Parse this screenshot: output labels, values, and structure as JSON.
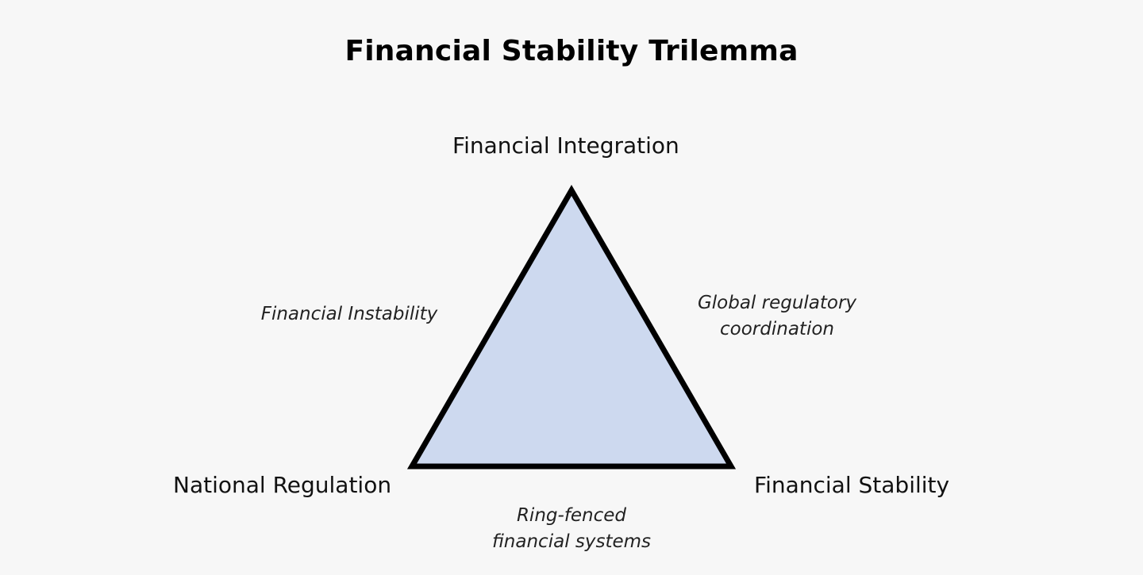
{
  "title": "Financial Stability Trilemma",
  "vertices": {
    "top": "Financial Integration",
    "bottom_left": "National Regulation",
    "bottom_right": "Financial Stability"
  },
  "edges": {
    "left": [
      "Financial Instability"
    ],
    "right": [
      "Global regulatory",
      "coordination"
    ],
    "bottom": [
      "Ring-fenced",
      "financial systems"
    ]
  },
  "colors": {
    "triangle_fill": "#cdd9ef",
    "triangle_stroke": "#000000",
    "background": "#f7f7f7"
  }
}
